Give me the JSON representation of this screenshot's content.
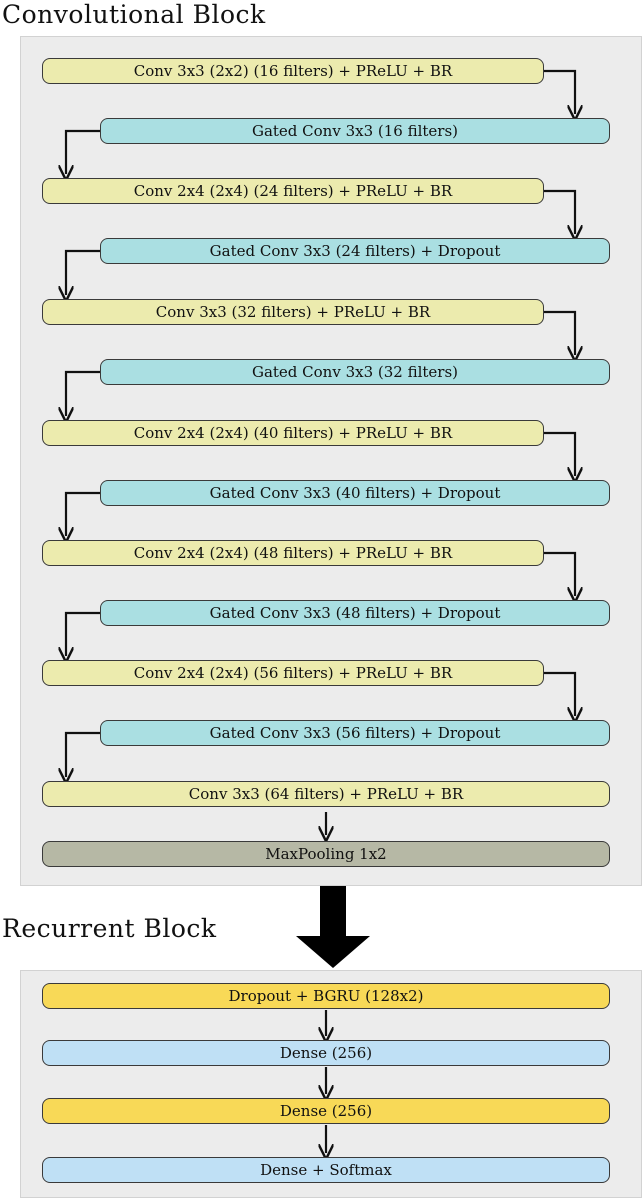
{
  "conv_block": {
    "title": "Convolutional Block",
    "layers": [
      "Conv 3x3 (2x2) (16 filters) + PReLU + BR",
      "Gated Conv 3x3 (16 filters)",
      "Conv 2x4 (2x4) (24 filters) + PReLU + BR",
      "Gated Conv 3x3 (24 filters) + Dropout",
      "Conv 3x3 (32 filters) + PReLU + BR",
      "Gated Conv 3x3 (32 filters)",
      "Conv 2x4 (2x4) (40 filters) + PReLU + BR",
      "Gated Conv 3x3 (40 filters) + Dropout",
      "Conv 2x4 (2x4) (48 filters) + PReLU + BR",
      "Gated Conv 3x3 (48 filters) + Dropout",
      "Conv 2x4 (2x4) (56 filters) + PReLU + BR",
      "Gated Conv 3x3 (56 filters) + Dropout",
      "Conv 3x3 (64 filters) + PReLU + BR",
      "MaxPooling 1x2"
    ]
  },
  "recurrent_block": {
    "title": "Recurrent Block",
    "layers": [
      "Dropout + BGRU (128x2)",
      "Dense (256)",
      "Dense (256)",
      "Dense + Softmax"
    ]
  },
  "colors": {
    "conv": "#ecebae",
    "gated_conv": "#aadfe2",
    "pooling": "#b6b8a5",
    "recurrent_gold": "#f8d957",
    "dense_blue": "#bfe0f5"
  }
}
